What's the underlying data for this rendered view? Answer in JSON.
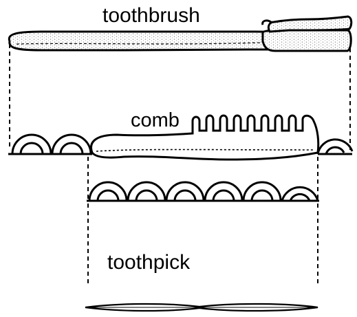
{
  "labels": {
    "toothbrush": "toothbrush",
    "comb": "comb",
    "toothpick": "toothpick"
  },
  "colors": {
    "ink": "#000000",
    "background": "#ffffff",
    "stipple": "#bdbdbd"
  }
}
